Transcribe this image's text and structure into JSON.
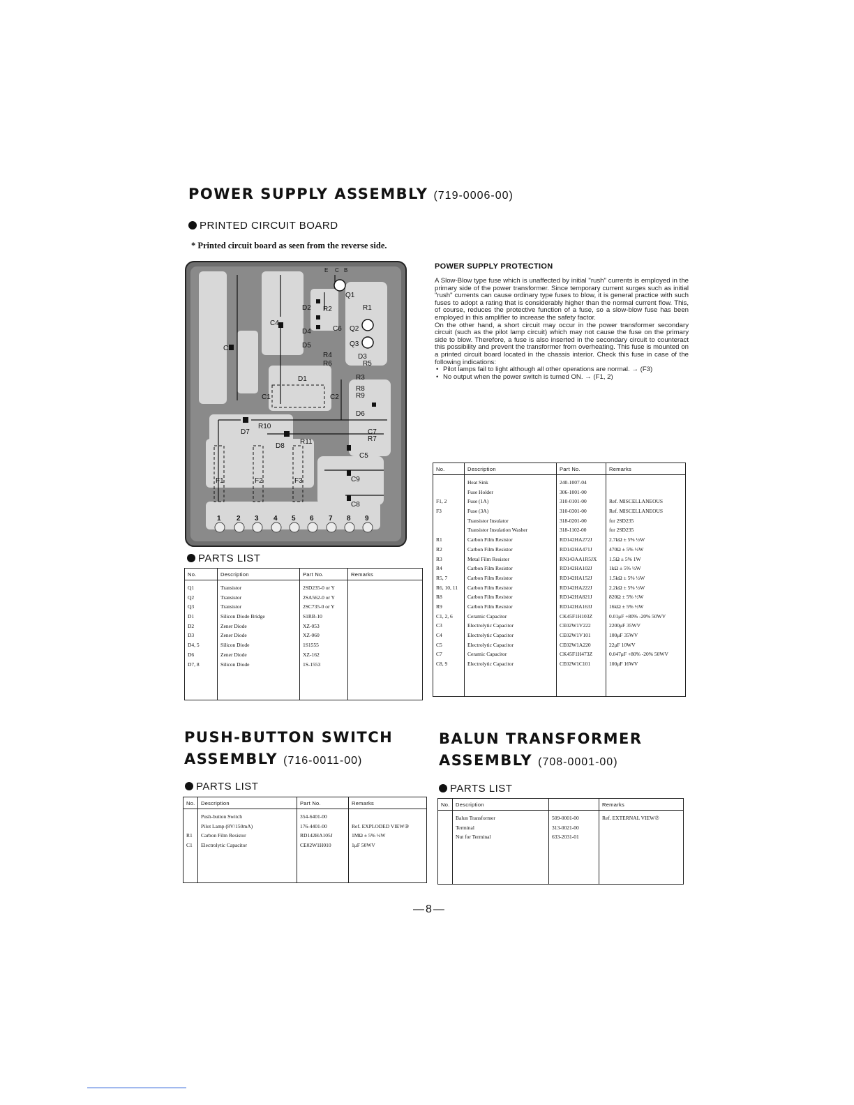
{
  "psa": {
    "title": "POWER SUPPLY ASSEMBLY",
    "part": "(719-0006-00)",
    "pcb_heading": "PRINTED CIRCUIT BOARD",
    "pcb_note": "* Printed circuit board as seen from the reverse side.",
    "parts_heading": "PARTS LIST"
  },
  "pcb_labels": {
    "q1": "Q1",
    "q2": "Q2",
    "q3": "Q3",
    "r1": "R1",
    "r2": "R2",
    "r3": "R3",
    "r4": "R4",
    "r5": "R5",
    "r6": "R6",
    "r7": "R7",
    "r8": "R8",
    "r9": "R9",
    "r10": "R10",
    "r11": "R11",
    "c1": "C1",
    "c2": "C2",
    "c3": "C3",
    "c4": "C4",
    "c5": "C5",
    "c6": "C6",
    "c7": "C7",
    "c8": "C8",
    "c9": "C9",
    "d1": "D1",
    "d2": "D2",
    "d3": "D3",
    "d4": "D4",
    "d5": "D5",
    "d6": "D6",
    "d7": "D7",
    "d8": "D8",
    "f1": "F1",
    "f2": "F2",
    "f3": "F3",
    "e": "E",
    "c": "C",
    "b": "B",
    "terminals": [
      "1",
      "2",
      "3",
      "4",
      "5",
      "6",
      "7",
      "8",
      "9"
    ]
  },
  "protection": {
    "title": "POWER SUPPLY PROTECTION",
    "para1": "A Slow-Blow type fuse which is unaffected by initial \"rush\" currents is employed in the primary side of the power transformer. Since temporary current surges such as initial \"rush\" currents can cause ordinary type fuses to blow, it is general practice with such fuses to adopt a rating that is considerably higher than the normal current flow. This, of course, reduces the protective function of a fuse, so a slow-blow fuse has been employed in this amplifier to increase the safety factor.",
    "para2": "On the other hand, a short circuit may occur in the power transformer secondary circuit (such as the pilot lamp circuit) which may not cause the fuse on the primary side to blow. Therefore, a fuse is also inserted in the secondary circuit to counteract this possibility and prevent the transformer from overheating. This fuse is mounted on a printed circuit board located in the chassis interior. Check this fuse in case of the following indications:",
    "bullets": [
      "Pilot lamps fail to light although all other operations are normal. → (F3)",
      "No output when the power switch is turned ON. → (F1, 2)"
    ]
  },
  "psa_parts": {
    "headers": [
      "No.",
      "Description",
      "Part No.",
      "Remarks"
    ],
    "rows": [
      [
        "Q1",
        "Transistor",
        "2SD235-0 or Y",
        ""
      ],
      [
        "Q2",
        "Transistor",
        "2SA562-0 or Y",
        ""
      ],
      [
        "Q3",
        "Transistor",
        "2SC735-0 or Y",
        ""
      ],
      [
        "D1",
        "Silicon Diode Bridge",
        "S1RB-10",
        ""
      ],
      [
        "D2",
        "Zener Diode",
        "XZ-053",
        ""
      ],
      [
        "D3",
        "Zener Diode",
        "XZ-060",
        ""
      ],
      [
        "D4, 5",
        "Silicon Diode",
        "1S1555",
        ""
      ],
      [
        "D6",
        "Zener Diode",
        "XZ-162",
        ""
      ],
      [
        "D7, 8",
        "Silicon Diode",
        "1S-1553",
        ""
      ]
    ]
  },
  "psa_parts2": {
    "headers": [
      "No.",
      "Description",
      "Part No.",
      "Remarks"
    ],
    "rows": [
      [
        "",
        "Heat Sink",
        "240-1007-04",
        ""
      ],
      [
        "",
        "Fuse Holder",
        "306-1001-00",
        ""
      ],
      [
        "F1, 2",
        "Fuse (1A)",
        "310-0101-00",
        "Ref. MISCELLANEOUS"
      ],
      [
        "F3",
        "Fuse (3A)",
        "310-0301-00",
        "Ref. MISCELLANEOUS"
      ],
      [
        "",
        "Transistor Insulator",
        "318-0201-00",
        "for 2SD235"
      ],
      [
        "",
        "Transistor Insulation Washer",
        "318-1102-00",
        "for 2SD235"
      ],
      [
        "R1",
        "Carbon Film Resistor",
        "RD142HA272J",
        "2.7kΩ  ± 5%  ½W"
      ],
      [
        "R2",
        "Carbon Film Resistor",
        "RD142HA471J",
        "470Ω  ± 5%  ½W"
      ],
      [
        "R3",
        "Metal Film Resistor",
        "RN143AA1R5JX",
        "1.5Ω  ± 5%  1W"
      ],
      [
        "R4",
        "Carbon Film Resistor",
        "RD142HA102J",
        "1kΩ  ± 5%  ½W"
      ],
      [
        "R5, 7",
        "Carbon Film Resistor",
        "RD142HA152J",
        "1.5kΩ  ± 5%  ½W"
      ],
      [
        "R6, 10, 11",
        "Carbon Film Resistor",
        "RD142HA222J",
        "2.2kΩ  ± 5%  ½W"
      ],
      [
        "R8",
        "Carbon Film Resistor",
        "RD142HA821J",
        "820Ω  ± 5%  ½W"
      ],
      [
        "R9",
        "Carbon Film Resistor",
        "RD142HA163J",
        "16kΩ  ± 5%  ½W"
      ],
      [
        "C1, 2, 6",
        "Ceramic Capacitor",
        "CK45F1H103Z",
        "0.01μF +80% -20%  50WV"
      ],
      [
        "C3",
        "Electrolytic Capacitor",
        "CE02W1V222",
        "2200μF  35WV"
      ],
      [
        "C4",
        "Electrolytic Capacitor",
        "CE02W1V101",
        "100μF  35WV"
      ],
      [
        "C5",
        "Electrolytic Capacitor",
        "CE02W1A220",
        "22μF  10WV"
      ],
      [
        "C7",
        "Ceramic Capacitor",
        "CK45F1H473Z",
        "0.047μF +80% -20%  50WV"
      ],
      [
        "C8, 9",
        "Electrolytic Capacitor",
        "CE02W1C101",
        "100μF  16WV"
      ]
    ]
  },
  "pbs": {
    "title_line1": "PUSH-BUTTON SWITCH",
    "title_line2": "ASSEMBLY",
    "part": "(716-0011-00)",
    "parts_heading": "PARTS LIST",
    "headers": [
      "No.",
      "Description",
      "Part No.",
      "Remarks"
    ],
    "rows": [
      [
        "",
        "Push-button Switch",
        "354-6401-00",
        ""
      ],
      [
        "",
        "Pilot Lamp (8V/150mA)",
        "176-4401-00",
        "Ref. EXPLODED VIEW③"
      ],
      [
        "R1",
        "Carbon Film Resistor",
        "RD142HA105J",
        "1MΩ  ± 5%  ½W"
      ],
      [
        "C1",
        "Electrolytic Capacitor",
        "CE02W1H010",
        "1μF   50WV"
      ]
    ]
  },
  "balun": {
    "title_line1": "BALUN TRANSFORMER",
    "title_line2": "ASSEMBLY",
    "part": "(708-0001-00)",
    "parts_heading": "PARTS LIST",
    "headers": [
      "No.",
      "Description",
      "",
      "Remarks"
    ],
    "rows": [
      [
        "",
        "Balun Transformer",
        "509-0001-00",
        "Ref. EXTERNAL VIEW⑦"
      ],
      [
        "",
        "Terminal",
        "313-0021-00",
        ""
      ],
      [
        "",
        "Nut for Terminal",
        "633-2031-01",
        ""
      ]
    ]
  },
  "page_number": "—8—"
}
